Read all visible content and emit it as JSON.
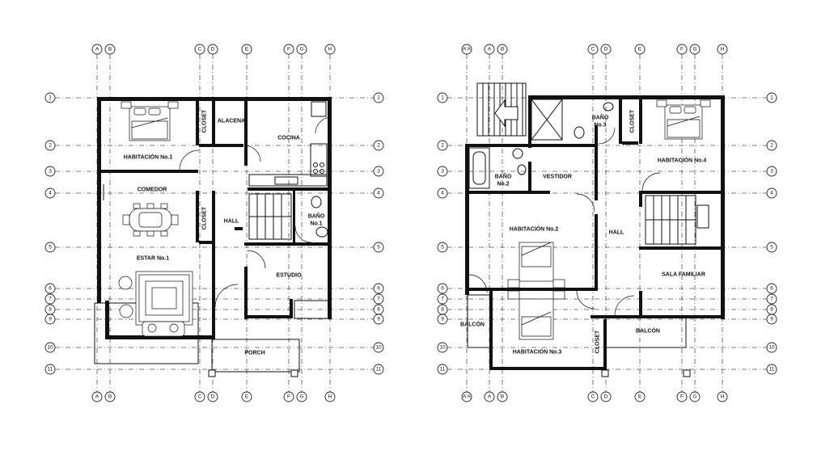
{
  "columns_left": [
    "A",
    "B",
    "C",
    "D",
    "E",
    "F",
    "G",
    "H"
  ],
  "columns_right": [
    "A'A",
    "A",
    "B",
    "C",
    "D",
    "E",
    "F",
    "G",
    "H"
  ],
  "rows": [
    "1",
    "2",
    "3",
    "4",
    "5",
    "6",
    "7",
    "8",
    "9",
    "10",
    "11"
  ],
  "ground_floor": {
    "rooms": {
      "habitacion1": "HABITACIÓN No.1",
      "closet_top": "CLOSET",
      "alacena": "ALACENA",
      "cocina": "COCINA",
      "comedor": "COMEDOR",
      "closet_mid": "CLOSET",
      "hall": "HALL",
      "bano_line1": "BAÑO",
      "bano_line2": "No.1",
      "estar": "ESTAR No.1",
      "estudio": "ESTUDIO",
      "porch": "PORCH"
    }
  },
  "upper_floor": {
    "rooms": {
      "bano3_line1": "BAÑO",
      "bano3_line2": "No.3",
      "closet_top": "CLOSET",
      "bano2_line1": "BAÑO",
      "bano2_line2": "No.2",
      "vestidor": "VESTIDOR",
      "habitacion4": "HABITACIÓN No.4",
      "habitacion2": "HABITACIÓN No.2",
      "hall": "HALL",
      "sala_familiar": "SALA FAMILIAR",
      "balcon_left": "BALCÓN",
      "balcon_right": "BALCÓN",
      "closet_bottom": "CLOSET",
      "habitacion3": "HABITACIÓN No.3"
    }
  }
}
